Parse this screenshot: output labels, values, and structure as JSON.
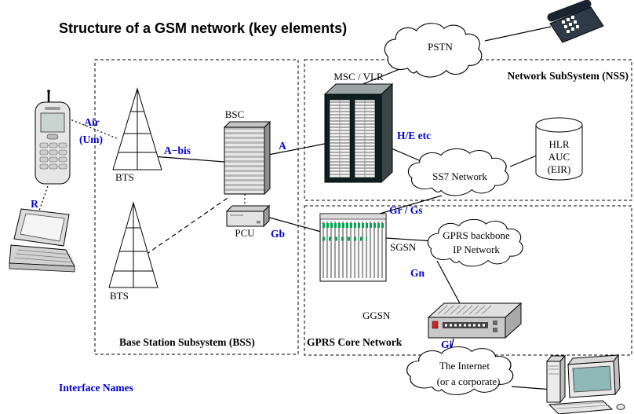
{
  "title": "Structure of a GSM network (key elements)",
  "colors": {
    "interface_label": "#0000cc",
    "diagram_line": "#000000",
    "sgsn_green": "#00a550",
    "ggsn_led_red": "#cc2222",
    "msc_dark": "#0d1f1f"
  },
  "regions": {
    "bss": "Base Station Subsystem (BSS)",
    "nss": "Network SubSystem (NSS)",
    "gprs": "GPRS Core Network"
  },
  "nodes": {
    "bts1": "BTS",
    "bts2": "BTS",
    "bsc": "BSC",
    "pcu": "PCU",
    "msc": "MSC / VLR",
    "sgsn": "SGSN",
    "ggsn": "GGSN",
    "pstn": "PSTN",
    "ss7": "SS7 Network",
    "hlr": [
      "HLR",
      "AUC",
      "(EIR)"
    ],
    "backbone": [
      "GPRS backbone",
      "IP Network"
    ],
    "internet": [
      "The Internet",
      "(or a corporate)"
    ]
  },
  "interfaces": {
    "air": [
      "Air",
      "(Um)"
    ],
    "r": "R",
    "abis": "A−bis",
    "a": "A",
    "he": "H/E etc",
    "gb": "Gb",
    "gr_gs": "Gr / Gs",
    "gn": "Gn",
    "gi": "Gi"
  },
  "legend": {
    "interface_names": "Interface Names"
  },
  "icons": [
    "mobile-phone-icon",
    "laptop-icon",
    "desk-phone-icon",
    "desktop-computer-icon",
    "bts-tower-icon",
    "database-cylinder-icon",
    "cloud-shape"
  ]
}
